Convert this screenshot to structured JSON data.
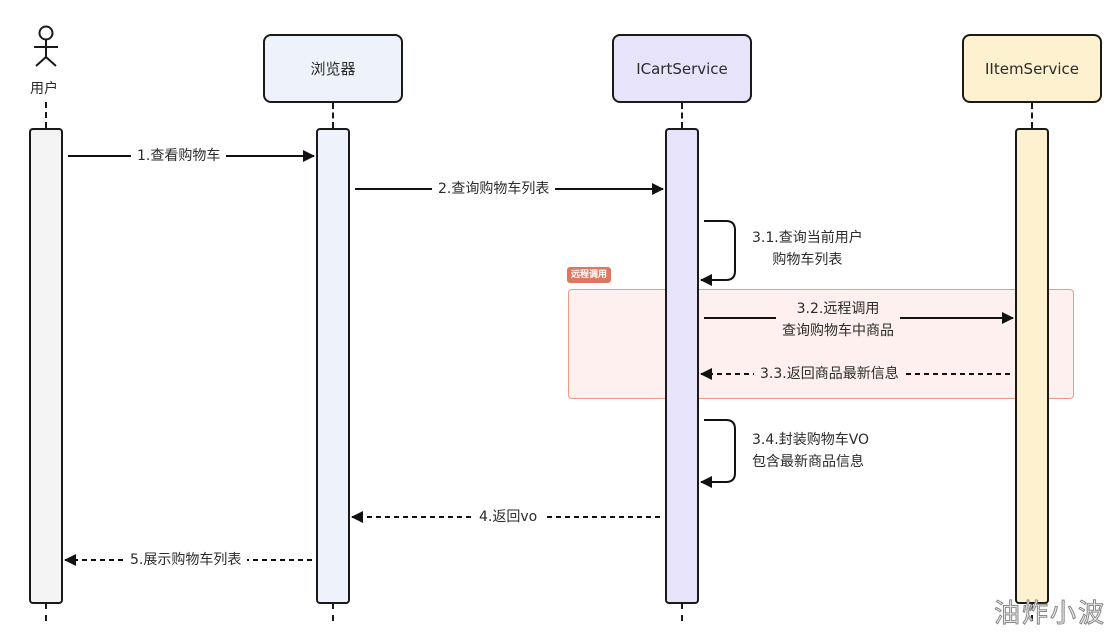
{
  "diagram": {
    "type": "sequence",
    "participants": [
      {
        "id": "user",
        "label": "用户",
        "kind": "actor",
        "fill": "#f4f4f4"
      },
      {
        "id": "browser",
        "label": "浏览器",
        "kind": "box",
        "fill": "#eef2fb"
      },
      {
        "id": "cart",
        "label": "ICartService",
        "kind": "box",
        "fill": "#e6e3fb"
      },
      {
        "id": "item",
        "label": "IItemService",
        "kind": "box",
        "fill": "#fdf1cf"
      }
    ],
    "fragment": {
      "label": "远程调用",
      "color": "#e07560",
      "fill": "#fdf0ee"
    },
    "messages": [
      {
        "id": "m1",
        "from": "user",
        "to": "browser",
        "label": "1.查看购物车",
        "style": "solid"
      },
      {
        "id": "m2",
        "from": "browser",
        "to": "cart",
        "label": "2.查询购物车列表",
        "style": "solid"
      },
      {
        "id": "m31",
        "from": "cart",
        "to": "cart",
        "label": "3.1.查询当前用户\n购物车列表",
        "style": "self"
      },
      {
        "id": "m32",
        "from": "cart",
        "to": "item",
        "label": "3.2.远程调用\n查询购物车中商品",
        "style": "solid"
      },
      {
        "id": "m33",
        "from": "item",
        "to": "cart",
        "label": "3.3.返回商品最新信息",
        "style": "dashed"
      },
      {
        "id": "m34",
        "from": "cart",
        "to": "cart",
        "label": "3.4.封装购物车VO\n包含最新商品信息",
        "style": "self"
      },
      {
        "id": "m4",
        "from": "cart",
        "to": "browser",
        "label": "4.返回vo",
        "style": "dashed"
      },
      {
        "id": "m5",
        "from": "browser",
        "to": "user",
        "label": "5.展示购物车列表",
        "style": "dashed"
      }
    ]
  },
  "watermark": "油炸小波"
}
